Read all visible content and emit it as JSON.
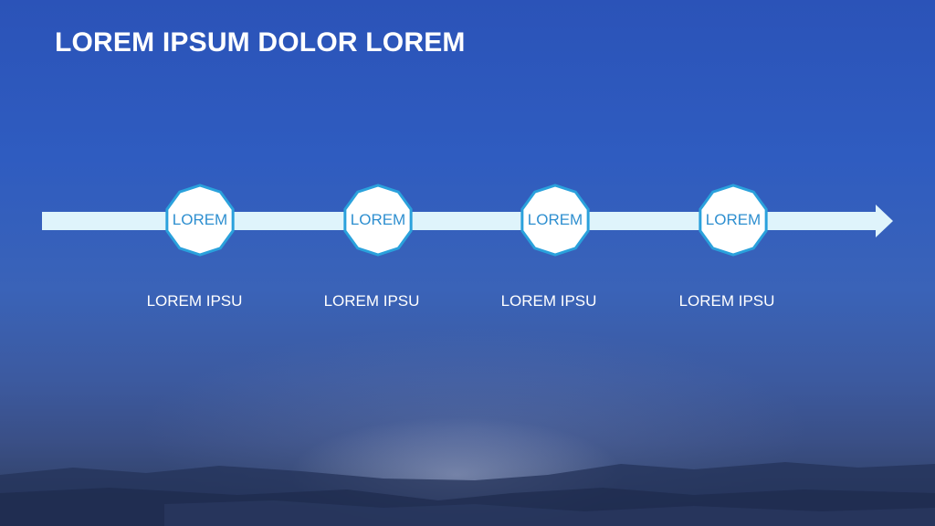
{
  "title": "LOREM IPSUM DOLOR LOREM",
  "colors": {
    "arrow_fill": "#dff4fb",
    "node_fill": "#ffffff",
    "node_stroke": "#2aa1dc",
    "node_text": "#2e8fd0",
    "caption_text": "#ffffff"
  },
  "steps": [
    {
      "node_label": "LOREM",
      "caption": "LOREM IPSU"
    },
    {
      "node_label": "LOREM",
      "caption": "LOREM IPSU"
    },
    {
      "node_label": "LOREM",
      "caption": "LOREM IPSU"
    },
    {
      "node_label": "LOREM",
      "caption": "LOREM IPSU"
    }
  ]
}
